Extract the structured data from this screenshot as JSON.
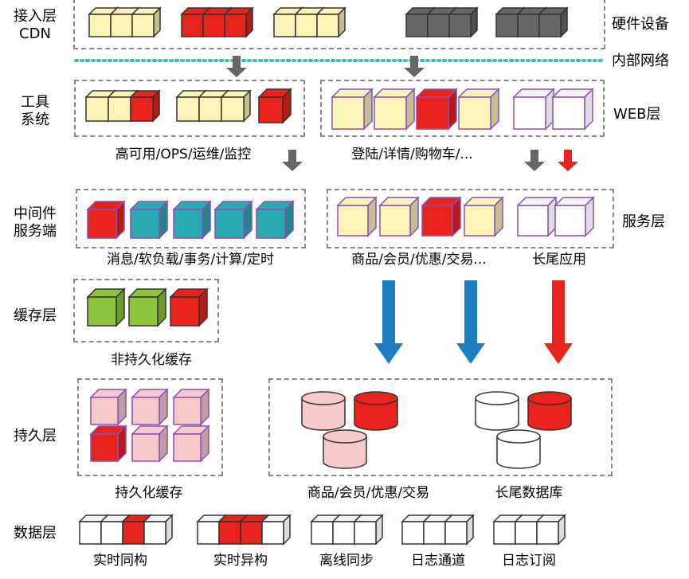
{
  "layers": {
    "cdn": {
      "label_line1": "接入层",
      "label_line2": "CDN",
      "right": "硬件设备"
    },
    "network": {
      "right": "内部网络"
    },
    "tools": {
      "label_line1": "工具",
      "label_line2": "系统",
      "caption": "高可用/OPS/运维/监控"
    },
    "web": {
      "right": "WEB层",
      "caption": "登陆/详情/购物车/..."
    },
    "middleware": {
      "label_line1": "中间件",
      "label_line2": "服务端",
      "caption": "消息/软负载/事务/计算/定时"
    },
    "service": {
      "right": "服务层",
      "caption_main": "商品/会员/优惠/交易...",
      "caption_long": "长尾应用"
    },
    "cache": {
      "label": "缓存层",
      "caption": "非持久化缓存"
    },
    "persistence": {
      "label": "持久层",
      "caption": "持久化缓存",
      "db_caption_main": "商品/会员/优惠/交易",
      "db_caption_long": "长尾数据库"
    },
    "data": {
      "label": "数据层",
      "items": [
        "实时同构",
        "实时异构",
        "离线同步",
        "日志通道",
        "日志订阅"
      ]
    }
  },
  "colors": {
    "cream": "#fdf4b8",
    "red": "#e8231b",
    "gray": "#666666",
    "teal": "#2aaab0",
    "green": "#8cc43c",
    "pink": "#f6c9cb",
    "white": "#ffffff",
    "network_dots": "#36c0c8",
    "arrow_blue": "#1e7fc0",
    "arrow_red": "#e8231b",
    "arrow_gray": "#666666"
  }
}
